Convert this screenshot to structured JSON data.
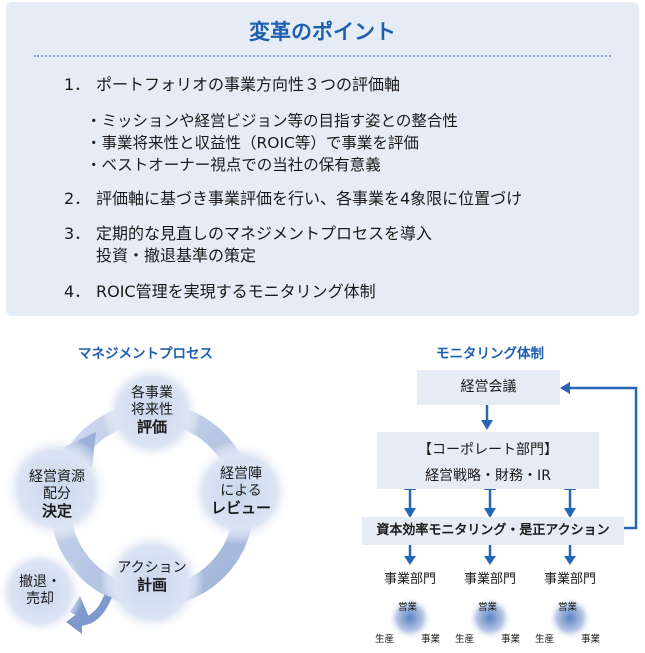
{
  "panel": {
    "title": "変革のポイント",
    "points": [
      {
        "num": "1．",
        "text": "ポートフォリオの事業方向性３つの評価軸"
      },
      {
        "num": "2．",
        "text": "評価軸に基づき事業評価を行い、各事業を4象限に位置づけ"
      },
      {
        "num": "3．",
        "text": "定期的な見直しのマネジメントプロセスを導入",
        "text2": "投資・撤退基準の策定"
      },
      {
        "num": "4．",
        "text": "ROIC管理を実現するモニタリング体制"
      }
    ],
    "subpoints": [
      "・ミッションや経営ビジョン等の目指す姿との整合性",
      "・事業将来性と収益性（ROIC等）で事業を評価",
      "・ベストオーナー視点での当社の保有意義"
    ]
  },
  "management": {
    "title": "マネジメントプロセス",
    "evaluate": {
      "line1": "各事業",
      "line2": "将来性",
      "bold": "評価"
    },
    "review": {
      "line1": "経営陣",
      "line2": "による",
      "bold": "レビュー"
    },
    "plan": {
      "line1": "アクション",
      "bold": "計画"
    },
    "decide": {
      "line1": "経営資源",
      "line2": "配分",
      "bold": "決定"
    },
    "exit": {
      "line1": "撤退・",
      "line2": "売却"
    }
  },
  "monitoring": {
    "title": "モニタリング体制",
    "board": "経営会議",
    "corporate_title": "【コーポレート部門】",
    "corporate_sub": "経営戦略・財務・IR",
    "action": "資本効率モニタリング・是正アクション",
    "units": [
      "事業部門",
      "事業部門",
      "事業部門"
    ],
    "mini": {
      "top": "営業",
      "left": "生産",
      "right": "事業"
    }
  },
  "colors": {
    "accent": "#1f5fb0",
    "panel": "#e6ecf5",
    "arrow": "#2a64b5"
  }
}
